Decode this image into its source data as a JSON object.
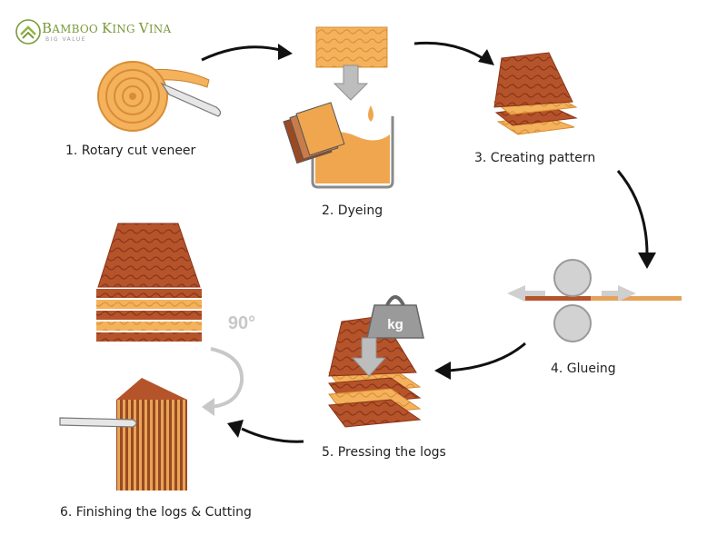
{
  "brand": {
    "name_initial_b": "B",
    "name_rest_1": "AMBOO ",
    "name_initial_k": "K",
    "name_rest_2": "ING ",
    "name_initial_v": "V",
    "name_rest_3": "INA",
    "tagline": "BIG VALUE",
    "color": "#7a9a3a"
  },
  "steps": [
    {
      "label": "1. Rotary cut veneer"
    },
    {
      "label": "2. Dyeing"
    },
    {
      "label": "3. Creating pattern"
    },
    {
      "label": "4. Glueing"
    },
    {
      "label": "5. Pressing the logs"
    },
    {
      "label": "6. Finishing the logs & Cutting"
    }
  ],
  "annotations": {
    "rotation": "90°",
    "weight": "kg"
  },
  "colors": {
    "wood_light": "#f3b25b",
    "wood_dark": "#b5532b",
    "dye_orange": "#f0a64e",
    "arrow": "#111111",
    "grey": "#c8c8c8"
  },
  "icons": [
    "log-roll-icon",
    "veneer-sheet-icon",
    "dye-tank-icon",
    "veneer-stack-icon",
    "glue-roller-icon",
    "press-weight-icon",
    "rotation-icon",
    "finished-log-icon",
    "cutting-blade-icon"
  ]
}
